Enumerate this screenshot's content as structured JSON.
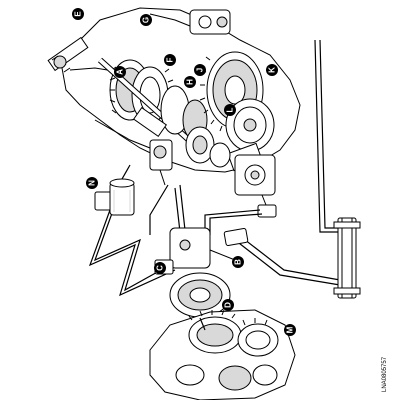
{
  "diagram": {
    "callouts": [
      {
        "id": "e",
        "label": "E"
      },
      {
        "id": "g",
        "label": "G"
      },
      {
        "id": "a",
        "label": "A"
      },
      {
        "id": "f",
        "label": "F"
      },
      {
        "id": "h",
        "label": "H"
      },
      {
        "id": "j",
        "label": "J"
      },
      {
        "id": "k",
        "label": "K"
      },
      {
        "id": "l",
        "label": "L"
      },
      {
        "id": "n",
        "label": "N"
      },
      {
        "id": "c",
        "label": "C"
      },
      {
        "id": "b",
        "label": "B"
      },
      {
        "id": "d",
        "label": "D"
      },
      {
        "id": "m",
        "label": "M"
      }
    ],
    "reference_code": "LNA0805757",
    "colors": {
      "line": "#000000",
      "callout_fill": "#000000",
      "callout_text": "#ffffff",
      "background": "#ffffff",
      "shading": "#d9d9d9"
    }
  }
}
